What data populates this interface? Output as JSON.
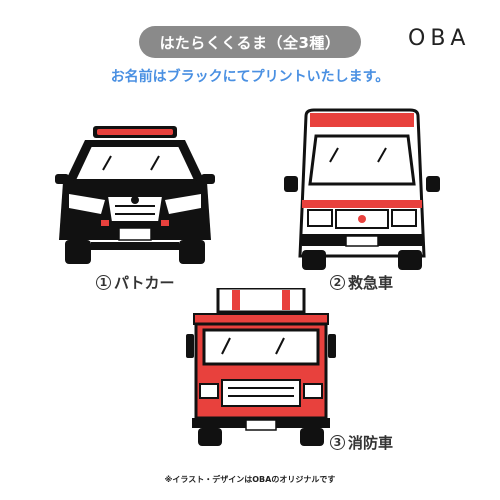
{
  "header": {
    "title": "はたらくくるま（全3種）",
    "brand": "OBA"
  },
  "subtitle": "お名前はブラックにてプリントいたします。",
  "vehicles": [
    {
      "number": "1",
      "name": "パトカー",
      "icon": "police-car-icon"
    },
    {
      "number": "2",
      "name": "救急車",
      "icon": "ambulance-icon"
    },
    {
      "number": "3",
      "name": "消防車",
      "icon": "fire-truck-icon"
    }
  ],
  "footnote": "※イラスト・デザインはOBAのオリジナルです",
  "colors": {
    "pill": "#8a8a8a",
    "subtitle": "#4a90e2",
    "red": "#e8413d",
    "black": "#111111"
  }
}
